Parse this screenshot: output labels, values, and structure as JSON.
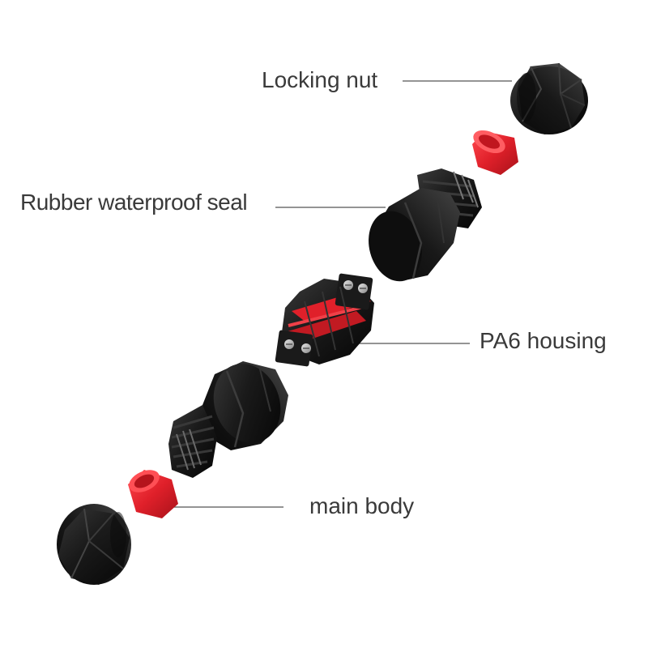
{
  "labels": {
    "locking_nut": "Locking nut",
    "rubber_seal": "Rubber waterproof seal",
    "pa6_housing": "PA6 housing",
    "main_body": "main body"
  },
  "colors": {
    "background": "#ffffff",
    "plastic_black": "#151515",
    "seal_red": "#e0202a",
    "label_text": "#3a3a3a",
    "leader_line": "#555555",
    "terminal_metal": "#b9b9b9"
  }
}
